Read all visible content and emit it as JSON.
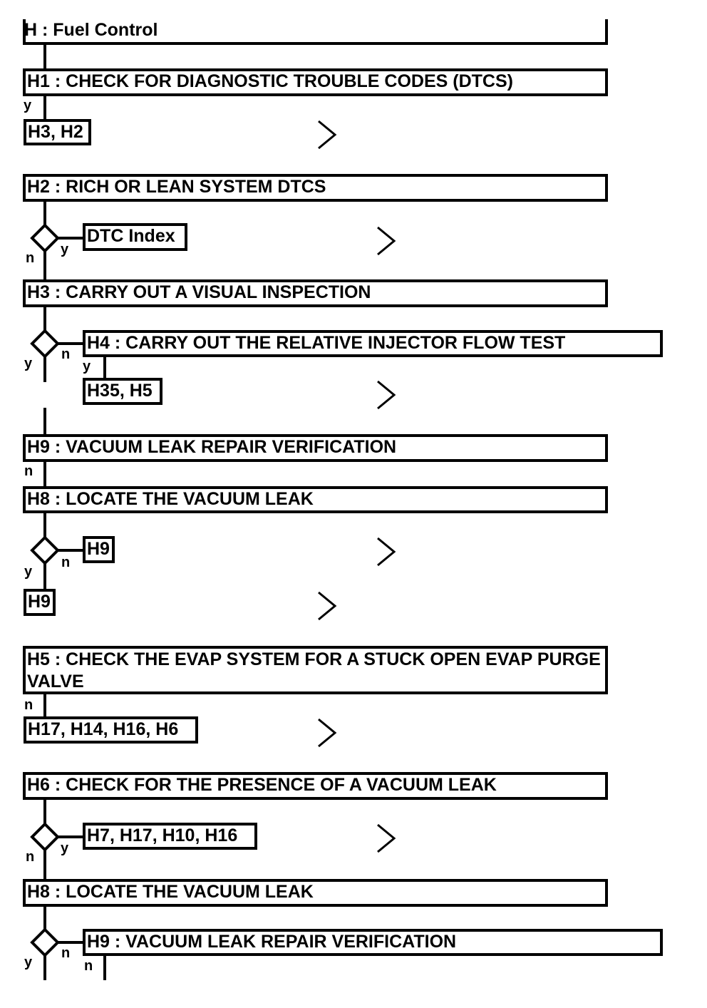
{
  "header": {
    "title": "H : Fuel Control"
  },
  "steps": {
    "h1": "H1 : CHECK FOR DIAGNOSTIC TROUBLE CODES (DTCS)",
    "h1_link": "H3, H2",
    "h2": "H2 : RICH OR LEAN SYSTEM DTCS",
    "h2_link": "DTC Index",
    "h3": "H3 : CARRY OUT A VISUAL INSPECTION",
    "h4": "H4 : CARRY OUT THE RELATIVE INJECTOR FLOW TEST",
    "h4_link": "H35, H5",
    "h9a": "H9 : VACUUM LEAK REPAIR VERIFICATION",
    "h8a": "H8 : LOCATE THE VACUUM LEAK",
    "h8a_link_n": "H9",
    "h8a_link_y": "H9",
    "h5": "H5 : CHECK THE EVAP SYSTEM FOR A STUCK OPEN EVAP PURGE VALVE",
    "h5_link": "H17, H14, H16, H6",
    "h6": "H6 : CHECK FOR THE PRESENCE OF A VACUUM LEAK",
    "h6_link": "H7, H17, H10, H16",
    "h8b": "H8 : LOCATE THE VACUUM LEAK",
    "h9b": "H9 : VACUUM LEAK REPAIR VERIFICATION"
  },
  "labels": {
    "yes": "y",
    "no": "n"
  }
}
